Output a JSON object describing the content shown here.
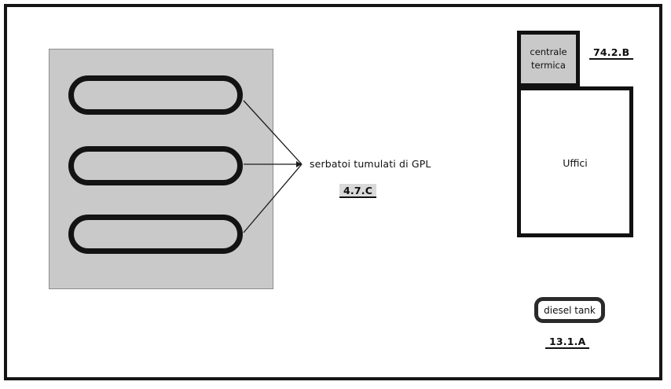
{
  "diagram": {
    "title": "Site plan with LPG tanks, boiler room, offices and diesel tank",
    "frame_color": "#151515",
    "yard_fill": "#c9c9c9",
    "highlight_color": "#d9d9d9"
  },
  "yard": {
    "name": "lpg-tank-yard",
    "tanks": [
      {
        "id": "tank-1",
        "label": ""
      },
      {
        "id": "tank-2",
        "label": ""
      },
      {
        "id": "tank-3",
        "label": ""
      }
    ]
  },
  "callouts": {
    "gpl": {
      "text": "serbatoi tumulati di GPL",
      "code": "4.7.C"
    }
  },
  "buildings": {
    "centrale_termica": {
      "line1": "centrale",
      "line2": "termica",
      "code": "74.2.B"
    },
    "uffici": {
      "label": "Uffici"
    },
    "diesel_tank": {
      "label": "diesel tank",
      "code": "13.1.A"
    }
  }
}
